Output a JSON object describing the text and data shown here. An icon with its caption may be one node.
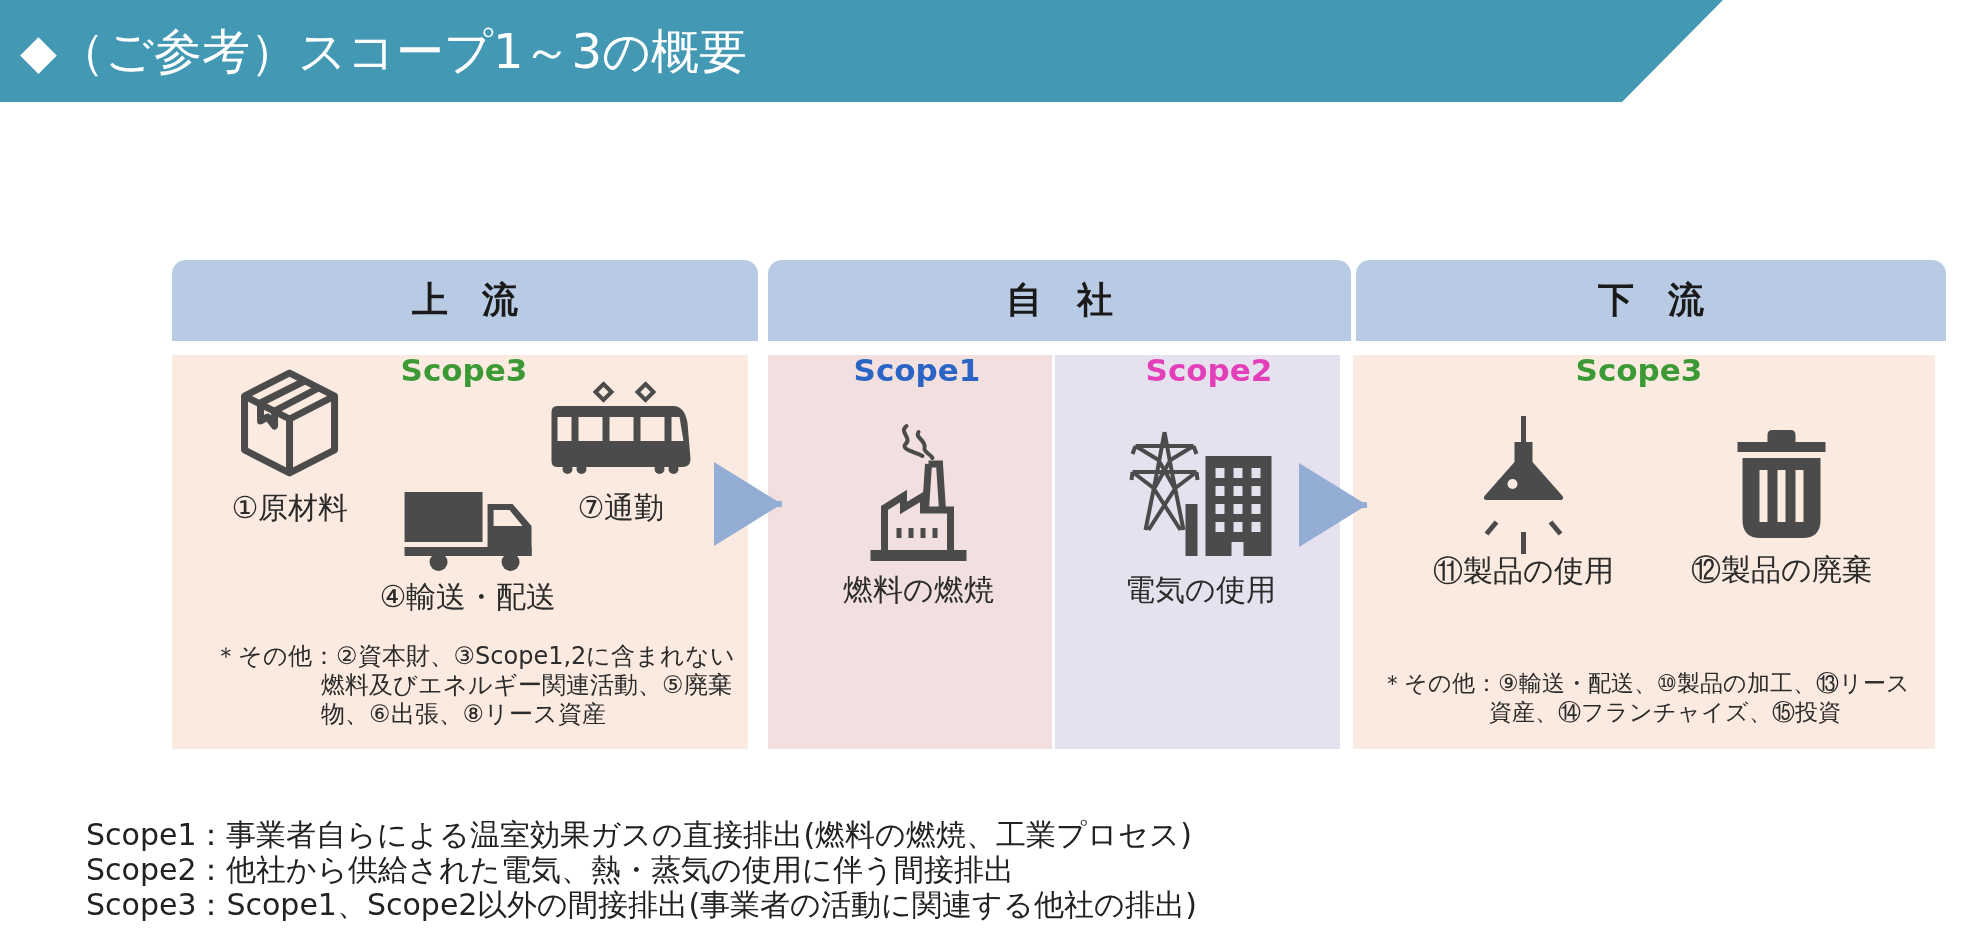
{
  "diagram": {
    "title": "◆（ご参考）スコープ1～3の概要",
    "nodes": [
      {
        "text": [
          "上 流"
        ]
      },
      {
        "text": [
          "自 社"
        ]
      },
      {
        "text": [
          "下 流"
        ]
      },
      {
        "text": [
          "Scope3",
          "＊その他：②資本財、③Scope1,2に含まれない燃料及びエネルギー関連活動、⑤廃棄物、⑥出張、⑧リース資産"
        ]
      },
      {
        "text": [
          "①原材料"
        ],
        "in": 3
      },
      {
        "text": [
          "④輸送・配送"
        ],
        "in": 3
      },
      {
        "text": [
          "⑦通勤"
        ],
        "in": 3
      },
      {
        "text": [
          "Scope1"
        ]
      },
      {
        "text": [
          "燃料の燃焼"
        ],
        "in": 7
      },
      {
        "text": [
          "Scope2"
        ]
      },
      {
        "text": [
          "電気の使用"
        ],
        "in": 9
      },
      {
        "text": [
          "Scope3",
          "＊その他：⑨輸送・配送、⑩製品の加工、⑬リース資産、⑭フランチャイズ、⑮投資"
        ]
      },
      {
        "text": [
          "⑪製品の使用"
        ],
        "in": 11
      },
      {
        "text": [
          "⑫製品の廃棄"
        ],
        "in": 11
      }
    ],
    "edges": [
      {
        "from": 3,
        "to": 7,
        "arrow": "to"
      },
      {
        "from": 9,
        "to": 11,
        "arrow": "to"
      }
    ],
    "labels": [
      "Scope1：事業者自らによる温室効果ガスの直接排出(燃料の燃焼、工業プロセス)",
      "Scope2：他社から供給された電気、熱・蒸気の使用に伴う間接排出",
      "Scope3：Scope1、Scope2以外の間接排出(事業者の活動に関連する他社の排出)"
    ]
  }
}
